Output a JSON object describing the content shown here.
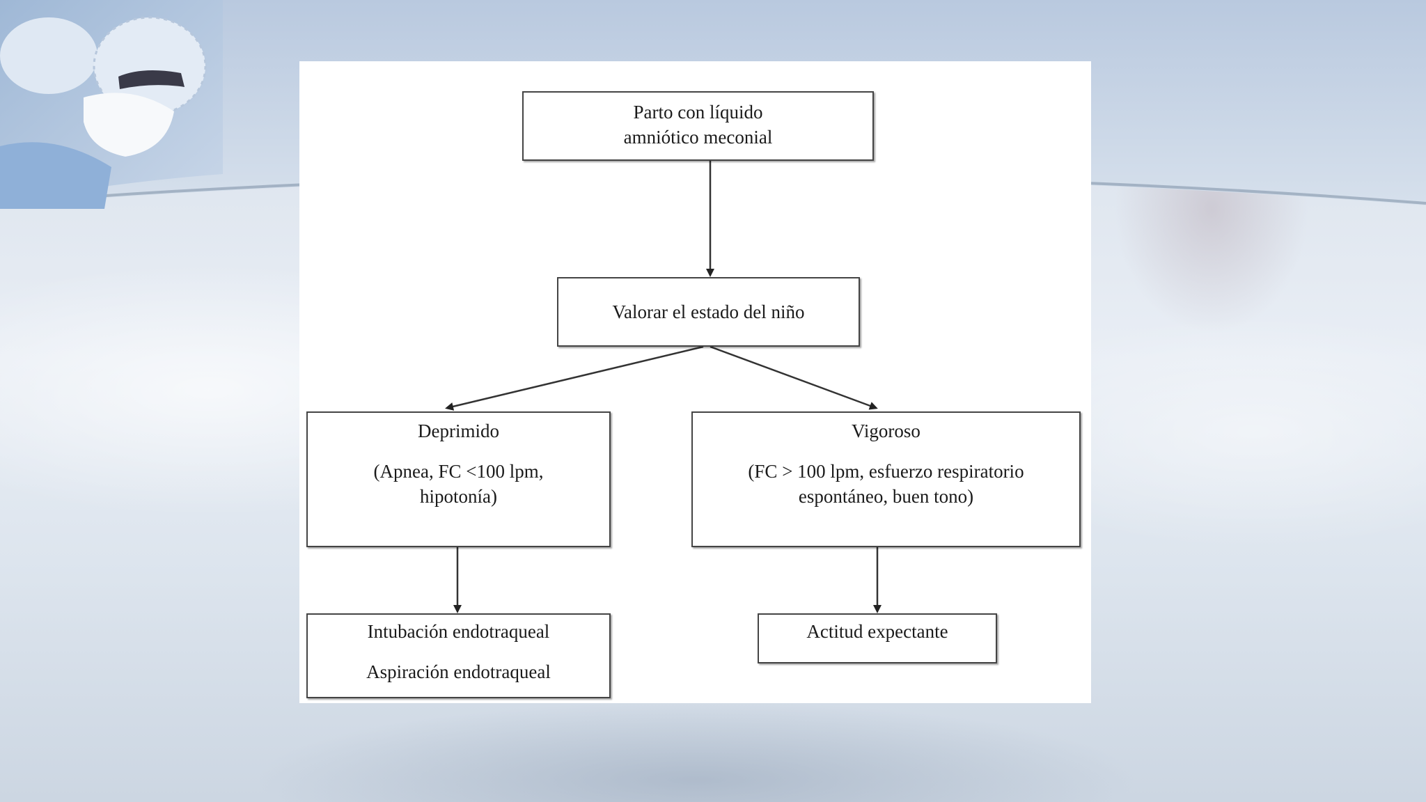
{
  "diagram": {
    "start": {
      "line1": "Parto con líquido",
      "line2": "amniótico meconial"
    },
    "assess": {
      "label": "Valorar el estado del niño"
    },
    "depressed": {
      "title": "Deprimido",
      "line1": "(Apnea, FC <100 lpm,",
      "line2": "hipotonía)"
    },
    "vigorous": {
      "title": "Vigoroso",
      "line1": "(FC > 100 lpm, esfuerzo respiratorio",
      "line2": "espontáneo, buen tono)"
    },
    "intubation": {
      "line1": "Intubación endotraqueal",
      "line2": "Aspiración endotraqueal"
    },
    "expectant": {
      "label": "Actitud expectante"
    }
  }
}
